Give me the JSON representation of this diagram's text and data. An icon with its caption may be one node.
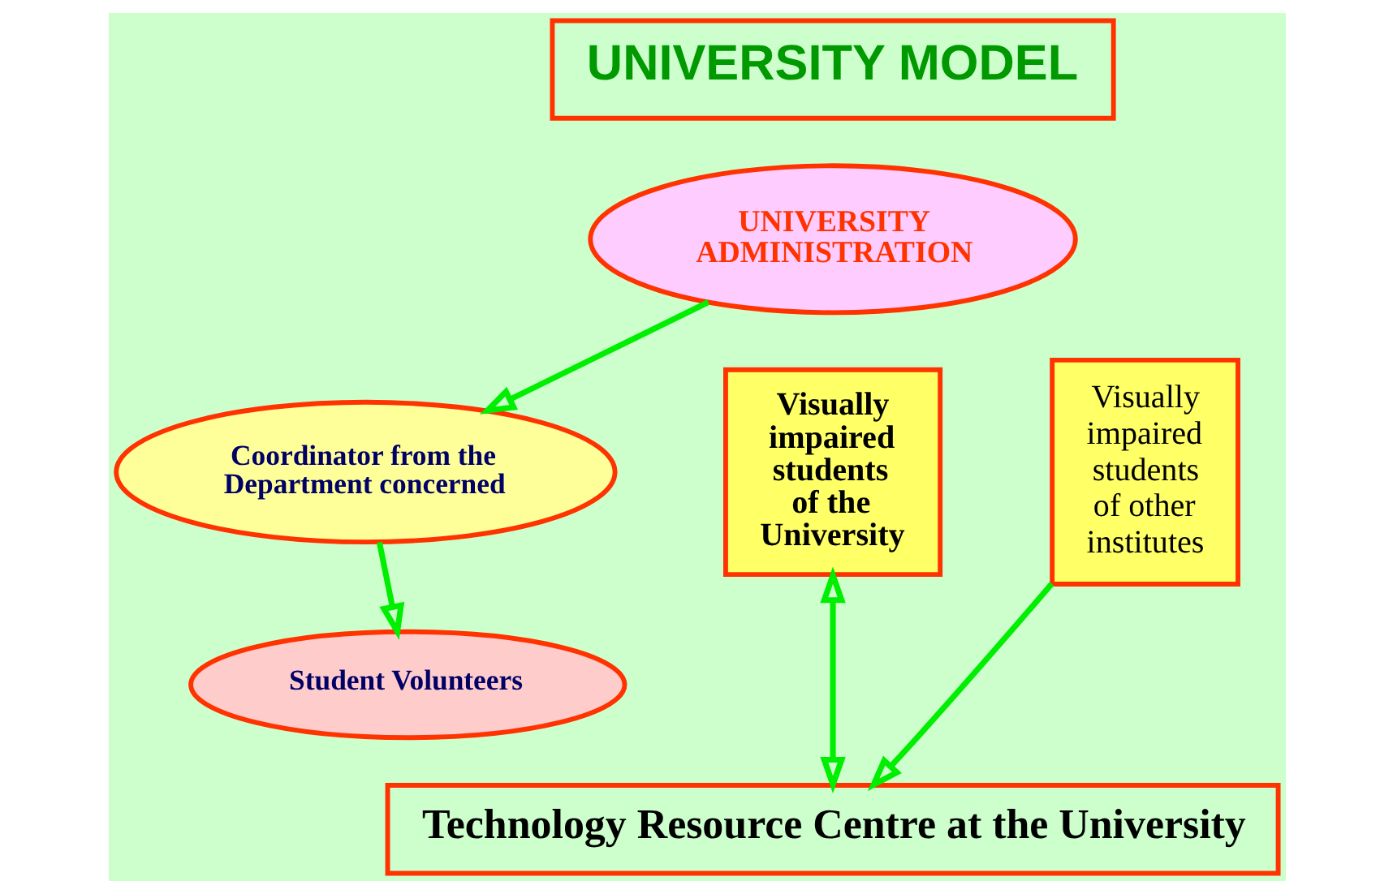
{
  "diagram": {
    "nodes": [
      {
        "text": [
          "UNIVERSITY MODEL"
        ]
      },
      {
        "text": [
          "UNIVERSITY ADMINISTRATION"
        ]
      },
      {
        "text": [
          "Coordinator from the Department concerned"
        ]
      },
      {
        "text": [
          "Student Volunteers"
        ]
      },
      {
        "text": [
          "Visually impaired students of the University"
        ]
      },
      {
        "text": [
          "Visually impaired students of other institutes"
        ]
      },
      {
        "text": [
          "Technology Resource Centre at the University"
        ]
      }
    ],
    "edges": [
      {
        "from": 1,
        "to": 2,
        "arrow": "to"
      },
      {
        "from": 2,
        "to": 3,
        "arrow": "to"
      },
      {
        "from": 4,
        "to": 6,
        "arrow": "both"
      },
      {
        "from": 5,
        "to": 6,
        "arrow": "to"
      }
    ]
  }
}
